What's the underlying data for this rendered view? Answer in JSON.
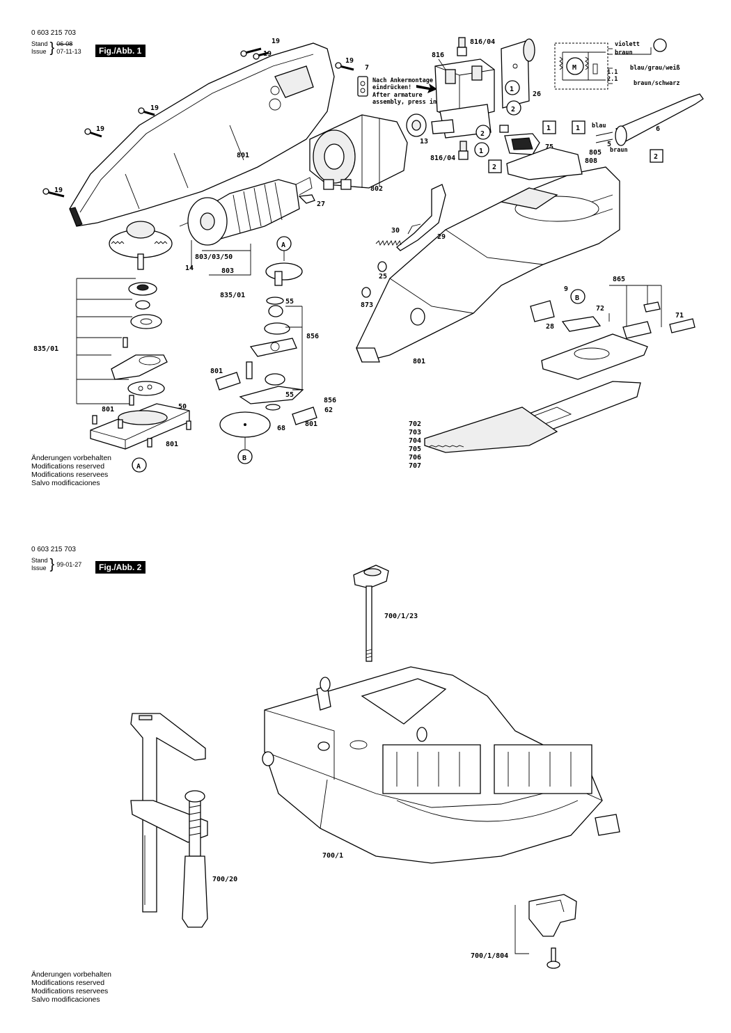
{
  "sheet1": {
    "part_number": "0 603 215 703",
    "stand_label": "Stand",
    "issue_label": "Issue",
    "stand_old": "06-08",
    "issue_date": "07-11-13",
    "figure": "Fig./Abb. 1"
  },
  "sheet2": {
    "part_number": "0 603 215 703",
    "stand_label": "Stand",
    "issue_label": "Issue",
    "issue_date": "99-01-27",
    "figure": "Fig./Abb. 2"
  },
  "notes": [
    "Änderungen vorbehalten",
    "Modifications reserved",
    "Modifications reservees",
    "Salvo modificaciones"
  ],
  "fig1_labels": {
    "l19": "19",
    "l7": "7",
    "l816": "816",
    "l816_04": "816/04",
    "l26": "26",
    "l13": "13",
    "l75": "75",
    "l6": "6",
    "l5": "5",
    "l805": "805",
    "l808": "808",
    "l801": "801",
    "l802": "802",
    "l27": "27",
    "l30": "30",
    "l29": "29",
    "l25": "25",
    "l873": "873",
    "l9": "9",
    "l865": "865",
    "l72": "72",
    "l71": "71",
    "l28": "28",
    "l14": "14",
    "l803_03_50": "803/03/50",
    "l803": "803",
    "l835_01": "835/01",
    "l55": "55",
    "l856": "856",
    "l62": "62",
    "l68": "68",
    "l50": "50",
    "l702": "702",
    "l703": "703",
    "l704": "704",
    "l705": "705",
    "l706": "706",
    "l707": "707",
    "ref_a": "A",
    "ref_b": "B",
    "n1": "1",
    "n2": "2",
    "note_de1": "Nach Ankermontage",
    "note_de2": "eindrücken!",
    "note_en1": "After armature",
    "note_en2": "assembly, press in!",
    "w_violett": "violett",
    "w_braun": "braun",
    "w_blau_grau_weiss": "blau/grau/weiß",
    "w_braun_schwarz": "braun/schwarz",
    "w_blau": "blau",
    "w_m": "M",
    "w_11": "1.1",
    "w_21": "2.1"
  },
  "fig2_labels": {
    "l700_1_23": "700/1/23",
    "l700_1": "700/1",
    "l700_20": "700/20",
    "l700_1_804": "700/1/804"
  }
}
